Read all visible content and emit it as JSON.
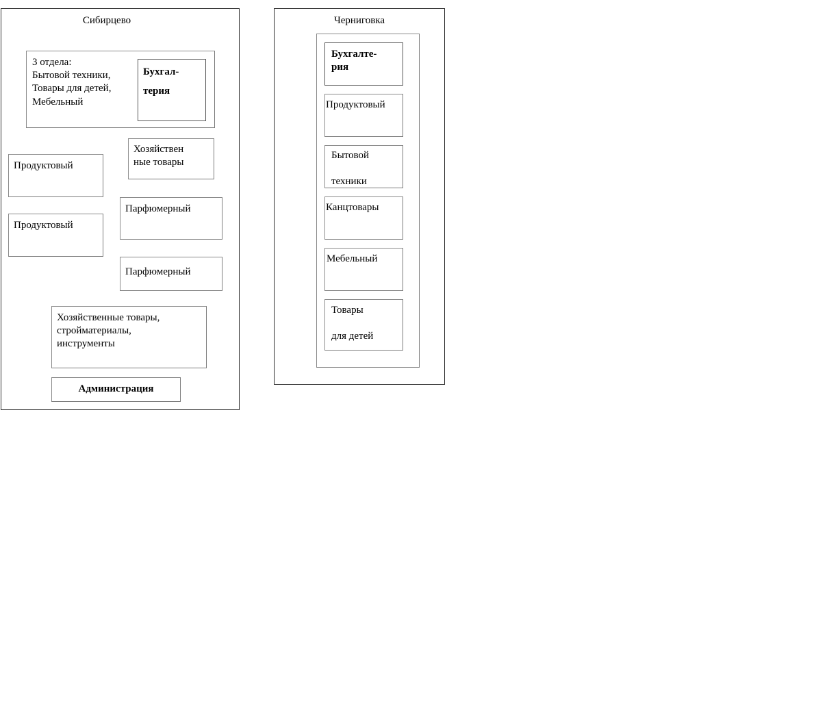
{
  "diagram": {
    "title_left": "Сибирцево",
    "title_right": "Черниговка",
    "regions": [
      {
        "name": "sibirtsevo",
        "title": "Сибирцево",
        "blocks": [
          {
            "name": "three-departments-group",
            "text": "3 отдела:\nБытовой техники,\nТовары для детей,\nМебельный"
          },
          {
            "name": "accounting",
            "text": "Бухгал-\nтерия"
          },
          {
            "name": "grocery-1",
            "text": "Продуктовый"
          },
          {
            "name": "grocery-2",
            "text": "Продуктовый"
          },
          {
            "name": "household-goods",
            "text": "Хозяйствен\nные товары"
          },
          {
            "name": "perfume-1",
            "text": "Парфюмерный"
          },
          {
            "name": "perfume-2",
            "text": "Парфюмерный"
          },
          {
            "name": "household-building-tools",
            "text": "Хозяйственные   товары,\nстройматериалы,\nинструменты"
          },
          {
            "name": "administration",
            "text": "Администрация"
          }
        ]
      },
      {
        "name": "chernigovka",
        "title": "Черниговка",
        "blocks": [
          {
            "name": "accounting",
            "text": "Бухгалте-\nрия"
          },
          {
            "name": "grocery",
            "text": "Продуктовый"
          },
          {
            "name": "home-appliances",
            "text": "Бытовой\n\nтехники"
          },
          {
            "name": "stationery",
            "text": "Канцтовары"
          },
          {
            "name": "furniture",
            "text": "Мебельный"
          },
          {
            "name": "kids-goods",
            "text": "Товары\n\nдля детей"
          }
        ]
      }
    ]
  },
  "colors": {
    "frame": "#2b2b2b",
    "unit_border": "#808080",
    "text": "#000000",
    "background": "#ffffff"
  }
}
